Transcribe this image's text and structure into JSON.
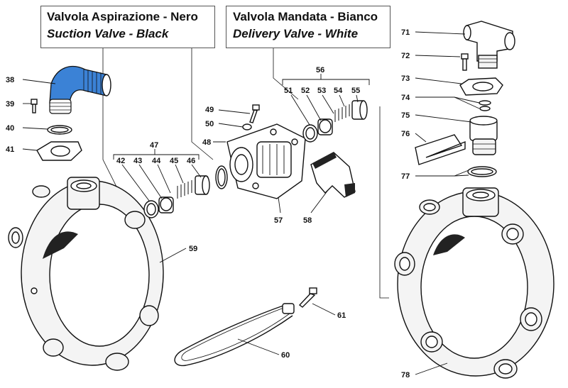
{
  "titles": {
    "suction": {
      "line1": "Valvola Aspirazione - Nero",
      "line2": "Suction Valve - Black"
    },
    "delivery": {
      "line1": "Valvola Mandata - Bianco",
      "line2": "Delivery Valve - White"
    }
  },
  "parts": [
    "38",
    "39",
    "40",
    "41",
    "42",
    "43",
    "44",
    "45",
    "46",
    "47",
    "48",
    "49",
    "50",
    "51",
    "52",
    "53",
    "54",
    "55",
    "56",
    "57",
    "58",
    "59",
    "60",
    "61",
    "71",
    "72",
    "73",
    "74",
    "75",
    "76",
    "77",
    "78"
  ],
  "colors": {
    "highlight": "#3b82d6",
    "line": "#111111"
  }
}
